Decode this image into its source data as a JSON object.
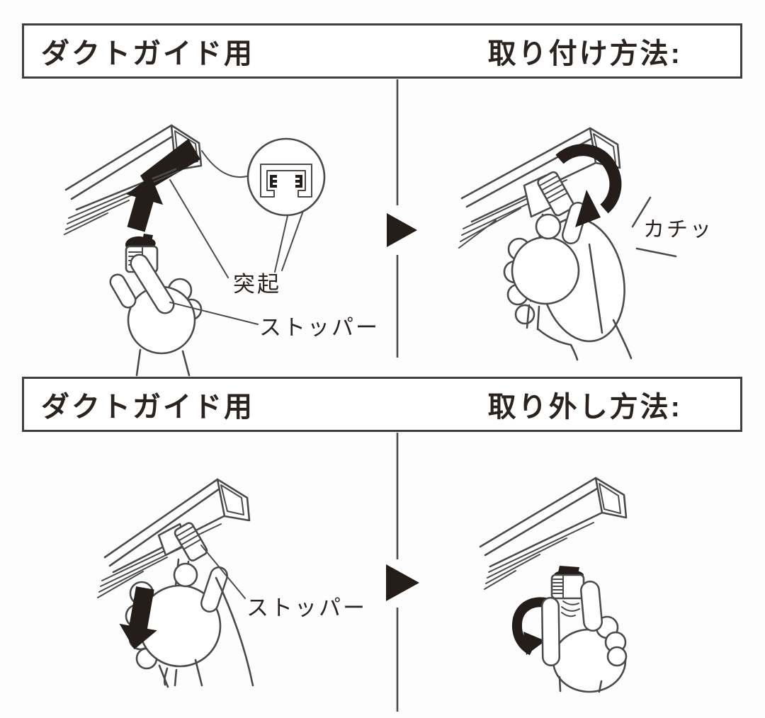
{
  "colors": {
    "bg": "#fdfdfd",
    "line": "#4a4a4a",
    "ink": "#251d19",
    "text": "#2b2320",
    "border": "#3f3f3f"
  },
  "panel_attach": {
    "header_left": "ダクトガイド用",
    "header_right": "取り付け方法:",
    "labels": {
      "protrusion": "突起",
      "stopper": "ストッパー",
      "click": "カチッ"
    }
  },
  "panel_detach": {
    "header_left": "ダクトガイド用",
    "header_right": "取り外し方法:",
    "labels": {
      "stopper": "ストッパー"
    }
  },
  "icons": {
    "next_step": "right-triangle-arrow",
    "push_up": "solid-up-arrow",
    "pull_down": "solid-down-arrow",
    "rotate_attach": "rotate-clockwise-arrow",
    "rotate_detach": "rotate-counterclockwise-arrow",
    "detail_view": "cross-section-magnifier-circle"
  }
}
